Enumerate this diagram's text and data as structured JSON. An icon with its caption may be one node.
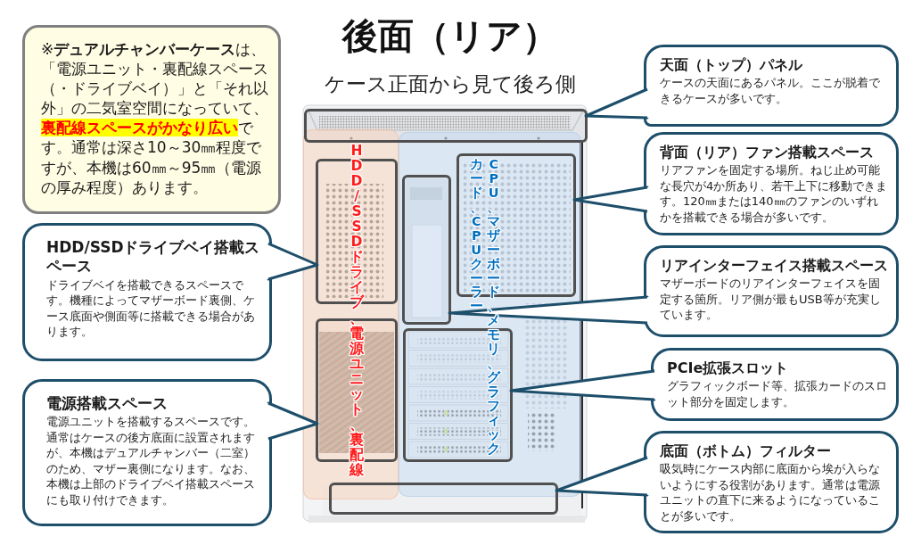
{
  "diagram": {
    "title": "後面（リア）",
    "nodes": [
      {
        "text": [
          "※**デュアルチャンバーケース**は、「電源ユニット・裏配線スペース（・ドライブベイ）」と「それ以外」の二気室空間になっていて、**裏配線スペースがかなり広い**です。通常は深さ10～30㎜程度ですが、本機は60㎜～95㎜（電源の厚み程度）あります。"
        ]
      },
      {
        "text": [
          "HDD/SSDドライブベイ搭載スペース",
          "ドライブベイを搭載できるスペースです。機種によってマザーボード裏側、ケース底面や側面等に搭載できる場合があります。"
        ]
      },
      {
        "text": [
          "電源搭載スペース",
          "電源ユニットを搭載するスペースです。通常はケースの後方底面に設置されますが、本機はデュアルチャンバー（二室）のため、マザー裏側になります。なお、本機は上部のドライブベイ搭載スペースにも取り付けできます。"
        ]
      },
      {
        "text": [
          "HDD/SSDドライブ、電源ユニット、裏配線"
        ]
      },
      {
        "text": [],
        "shape": "box",
        "in": 3
      },
      {
        "text": [],
        "shape": "box",
        "in": 3
      },
      {
        "text": [
          "CPU、マザーボード、メモリ、グラフィックカード、CPUクーラー"
        ]
      },
      {
        "text": [],
        "shape": "box",
        "in": 6
      },
      {
        "text": [],
        "shape": "box",
        "in": 6
      },
      {
        "text": [],
        "shape": "box",
        "in": 6
      },
      {
        "text": [],
        "shape": "box"
      },
      {
        "text": [],
        "shape": "box"
      },
      {
        "text": [
          "天面（トップ）パネル",
          "ケースの天面にあるパネル。ここが脱着できるケースが多いです。"
        ]
      },
      {
        "text": [
          "背面（リア）ファン搭載スペース",
          "リアファンを固定する場所。ねじ止め可能な長穴が4か所あり、若干上下に移動できます。120㎜または140㎜のファンのいずれかを搭載できる場合が多いです。"
        ]
      },
      {
        "text": [
          "リアインターフェイス搭載スペース",
          "マザーボードのリアインターフェイスを固定する箇所。リア側が最もUSB等が充実しています。"
        ]
      },
      {
        "text": [
          "PCIe拡張スロット",
          "グラフィックボード等、拡張カードのスロット部分を固定します。"
        ]
      },
      {
        "text": [
          "底面（ボトム）フィルター",
          "吸気時にケース内部に底面から埃が入らないようにする役割があります。通常は電源ユニットの直下に来るようになっていることが多いです。"
        ]
      }
    ],
    "edges": [
      {
        "from": 1,
        "to": 4,
        "arrow": "to"
      },
      {
        "from": 2,
        "to": 5,
        "arrow": "to"
      },
      {
        "from": 12,
        "to": 10,
        "arrow": "to"
      },
      {
        "from": 13,
        "to": 8,
        "arrow": "to"
      },
      {
        "from": 14,
        "to": 7,
        "arrow": "to"
      },
      {
        "from": 15,
        "to": 9,
        "arrow": "to"
      },
      {
        "from": 16,
        "to": 11,
        "arrow": "to"
      }
    ],
    "labels": [
      "ケース正面から見て後ろ側"
    ]
  }
}
